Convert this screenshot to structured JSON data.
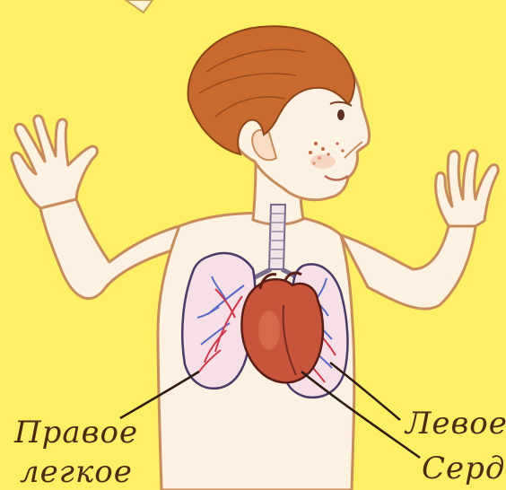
{
  "colors": {
    "background": "#fdf065",
    "skin": "#fdf2e2",
    "skin_outline": "#c88c5c",
    "hair": "#c86a2e",
    "lung": "#f6dfe6",
    "heart": "#c8553a",
    "blue_vessel": "#5a6ac8",
    "red_vessel": "#d6364a",
    "leader_line": "#2e1a10"
  },
  "labels": {
    "right_lung_line1": "Правое",
    "right_lung_line2": "легкое",
    "left_lung": "Левое",
    "heart": "Серд"
  }
}
